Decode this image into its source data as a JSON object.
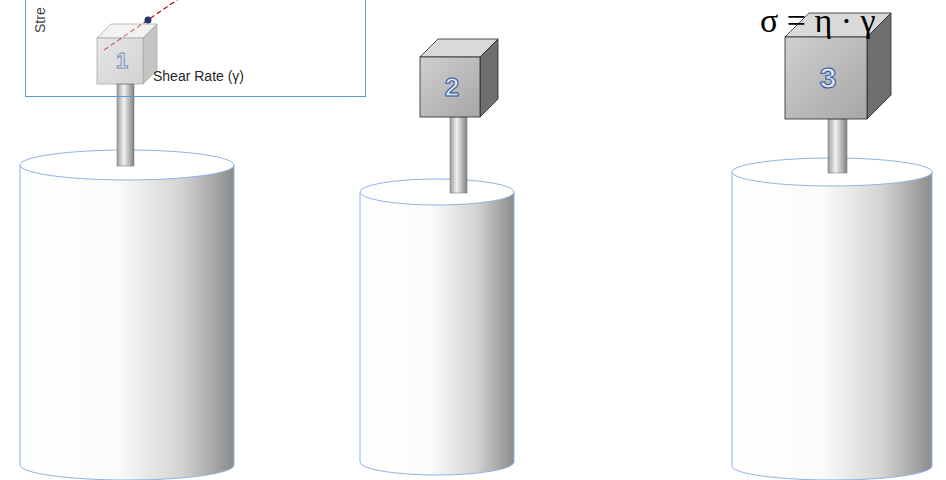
{
  "diagram": {
    "nodes": [
      {
        "text": [
          "Stre",
          "Shear Rate (γ)"
        ]
      },
      {
        "text": [
          "1"
        ]
      },
      {
        "text": [
          "2"
        ]
      },
      {
        "text": [
          "3"
        ]
      }
    ],
    "labels": [
      "σ = η · γ"
    ]
  }
}
